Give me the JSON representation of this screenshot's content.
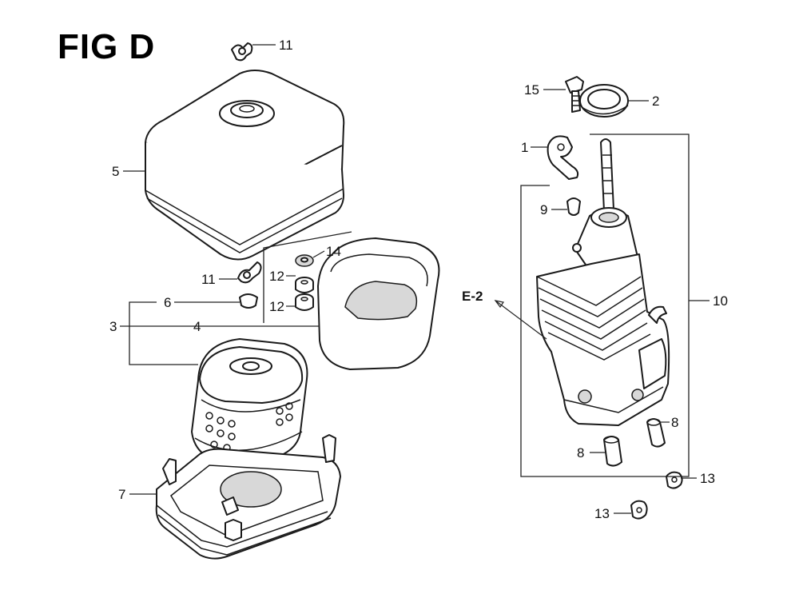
{
  "figure": {
    "title": "FIG D"
  },
  "callouts": [
    {
      "id": "c11a",
      "text": "11"
    },
    {
      "id": "c5",
      "text": "5"
    },
    {
      "id": "c11b",
      "text": "11"
    },
    {
      "id": "c6",
      "text": "6"
    },
    {
      "id": "c3",
      "text": "3"
    },
    {
      "id": "c4",
      "text": "4"
    },
    {
      "id": "c12a",
      "text": "12"
    },
    {
      "id": "c12b",
      "text": "12"
    },
    {
      "id": "c14",
      "text": "14"
    },
    {
      "id": "c7",
      "text": "7"
    },
    {
      "id": "c15",
      "text": "15"
    },
    {
      "id": "c2",
      "text": "2"
    },
    {
      "id": "c1",
      "text": "1"
    },
    {
      "id": "c9",
      "text": "9"
    },
    {
      "id": "c10",
      "text": "10"
    },
    {
      "id": "e2",
      "text": "E-2"
    },
    {
      "id": "c8a",
      "text": "8"
    },
    {
      "id": "c8b",
      "text": "8"
    },
    {
      "id": "c13a",
      "text": "13"
    },
    {
      "id": "c13b",
      "text": "13"
    }
  ]
}
